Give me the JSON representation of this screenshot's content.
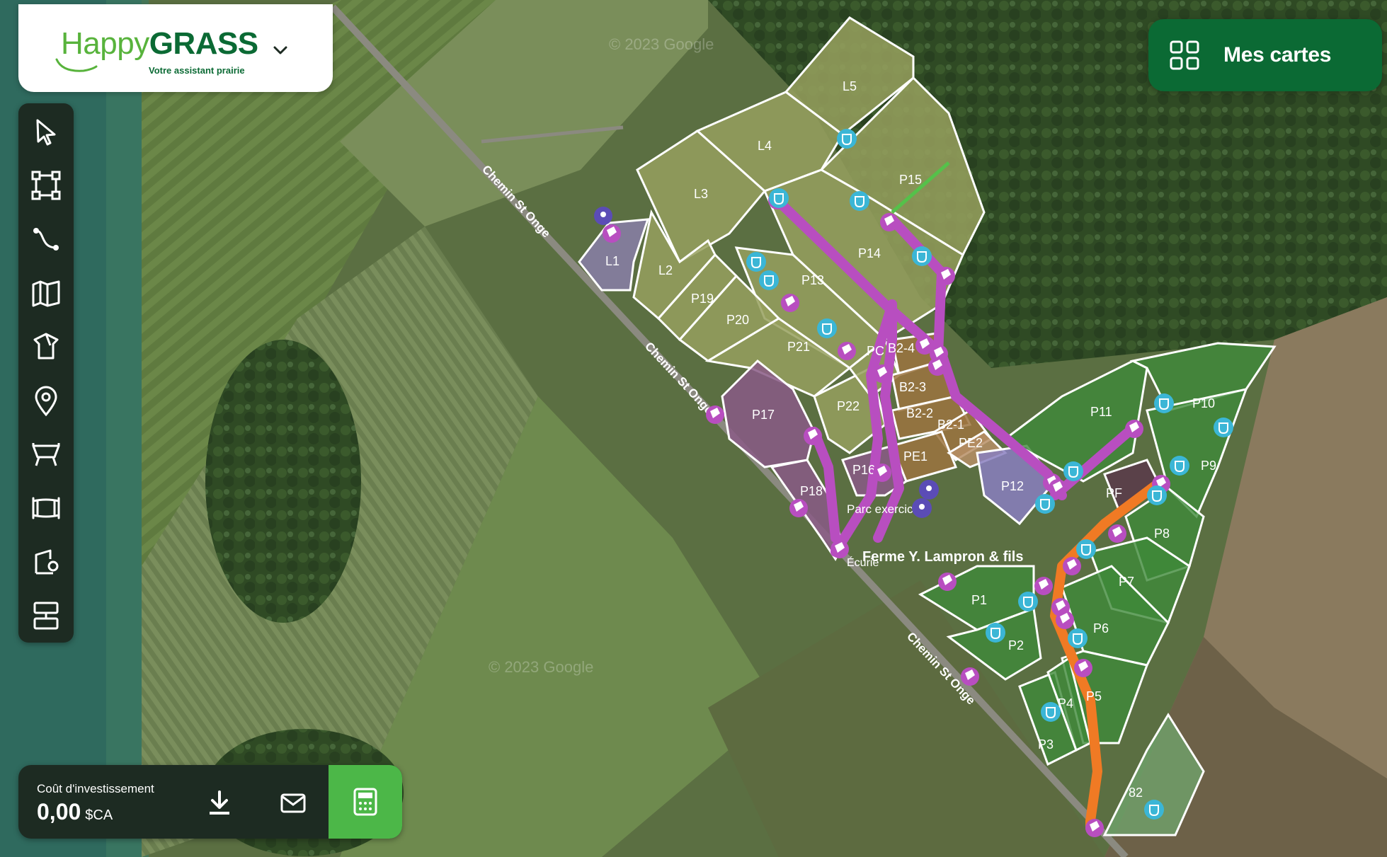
{
  "app": {
    "logo_text_light": "Happy",
    "logo_text_bold": "GRASS",
    "logo_tagline": "Votre assistant prairie"
  },
  "header": {
    "maps_button_label": "Mes cartes"
  },
  "toolbar": {
    "tools": [
      {
        "icon": "select-arrow-icon"
      },
      {
        "icon": "draw-area-icon"
      },
      {
        "icon": "draw-path-icon"
      },
      {
        "icon": "map-layer-icon"
      },
      {
        "icon": "water-trough-icon"
      },
      {
        "icon": "location-pin-icon"
      },
      {
        "icon": "feeder-icon"
      },
      {
        "icon": "gate-icon"
      },
      {
        "icon": "water-point-icon"
      },
      {
        "icon": "fence-icon"
      }
    ]
  },
  "cost": {
    "label": "Coût d'investissement",
    "value": "0,00",
    "currency": "$CA"
  },
  "map": {
    "road_label": "Chemin St Onge",
    "farm_label": "Ferme Y. Lampron & fils",
    "exercise_label": "Parc exercice",
    "pond_label": "Écurie",
    "watermark": "© 2023 Google",
    "fields": [
      "L1",
      "L2",
      "L3",
      "L4",
      "L5",
      "P1",
      "P2",
      "P3",
      "P4",
      "P5",
      "P6",
      "P7",
      "P8",
      "P9",
      "P10",
      "P11",
      "P12",
      "P13",
      "P14",
      "P15",
      "P16",
      "P17",
      "P18",
      "P19",
      "P20",
      "P21",
      "P22",
      "PC",
      "B2-4",
      "B2-3",
      "B2-2",
      "B2-1",
      "PE1",
      "PE2",
      "PF",
      "82"
    ]
  },
  "colors": {
    "brand_green": "#0b6a34",
    "accent_green": "#4cb748",
    "toolbar_bg": "#1d2b22",
    "path_magenta": "#b84ec0",
    "path_orange": "#f07a24",
    "water_cyan": "#3bb6d6"
  }
}
